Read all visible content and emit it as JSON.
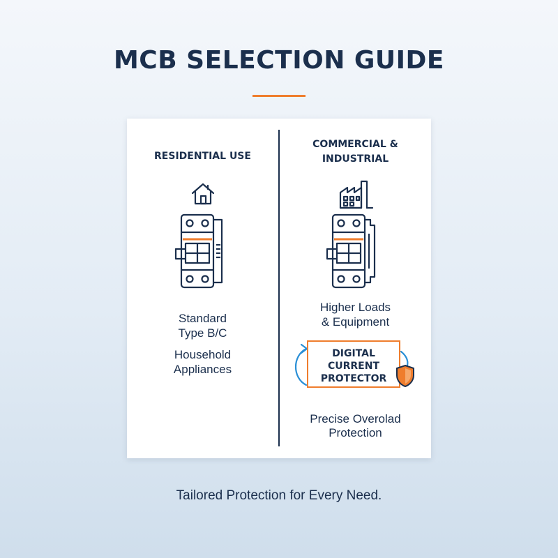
{
  "title": "MCB SELECTION GUIDE",
  "colors": {
    "navy": "#1b2f4d",
    "accent_orange": "#ef7d2d",
    "accent_blue": "#2a8fd6"
  },
  "residential": {
    "heading": "RESIDENTIAL USE",
    "icons": [
      "house-icon",
      "circuit-breaker-icon"
    ],
    "line1": "Standard",
    "line2": "Type B/C",
    "line3": "Household",
    "line4": "Appliances"
  },
  "commercial": {
    "heading_line1": "COMMERCIAL &",
    "heading_line2": "INDUSTRIAL",
    "icons": [
      "factory-icon",
      "circuit-breaker-icon",
      "shield-icon",
      "cycle-arrows-icon"
    ],
    "line1": "Higher Loads",
    "line2": "& Equipment",
    "protector_line1": "DIGITAL",
    "protector_line2": "CURRENT",
    "protector_line3": "PROTECTOR",
    "footer_line1": "Precise Overolad",
    "footer_line2": "Protection"
  },
  "tagline": "Tailored Protection for Every Need."
}
